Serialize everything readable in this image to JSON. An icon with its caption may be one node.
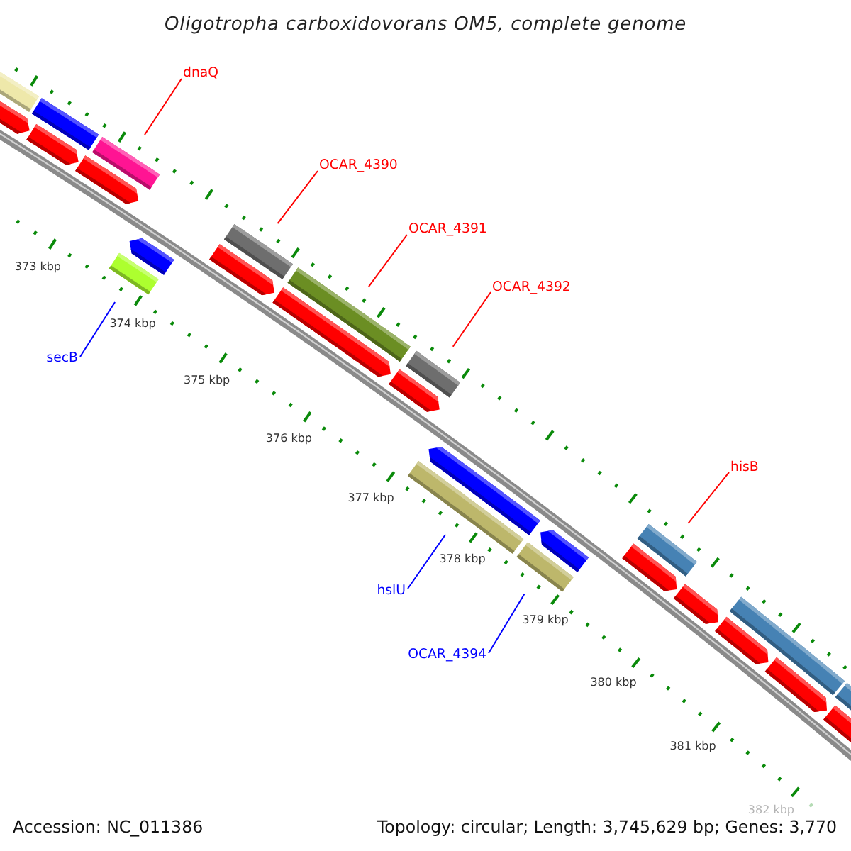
{
  "diagram": {
    "title": "Oligotropha carboxidovorans OM5, complete genome",
    "nodes": [
      {
        "text": [
          "dnaQ"
        ]
      },
      {
        "text": [
          "OCAR_4390"
        ]
      },
      {
        "text": [
          "OCAR_4391"
        ]
      },
      {
        "text": [
          "OCAR_4392"
        ]
      },
      {
        "text": [
          "secB"
        ]
      },
      {
        "text": [
          "hisB"
        ]
      },
      {
        "text": [
          "hslU"
        ]
      },
      {
        "text": [
          "OCAR_4394"
        ]
      },
      {
        "text": [],
        "shape": "bar"
      },
      {
        "text": [],
        "shape": "bar"
      },
      {
        "text": [],
        "shape": "bar"
      },
      {
        "text": [],
        "shape": "bar"
      },
      {
        "text": [],
        "shape": "bar"
      },
      {
        "text": [],
        "shape": "bar"
      },
      {
        "text": [],
        "shape": "bar"
      },
      {
        "text": [],
        "shape": "bar"
      }
    ],
    "edges": [
      {
        "from": 0,
        "to": 8,
        "arrow": "none"
      },
      {
        "from": 1,
        "to": 10,
        "arrow": "none"
      },
      {
        "from": 2,
        "to": 11,
        "arrow": "none"
      },
      {
        "from": 3,
        "to": 13,
        "arrow": "none"
      },
      {
        "from": 4,
        "to": 9,
        "arrow": "none",
        "color": "#0000ff"
      },
      {
        "from": 5,
        "to": 15,
        "arrow": "none"
      },
      {
        "from": 6,
        "to": 12,
        "arrow": "none",
        "color": "#0000ff"
      },
      {
        "from": 7,
        "to": 14,
        "arrow": "none",
        "color": "#0000ff"
      }
    ],
    "labels": [
      "373 kbp",
      "374 kbp",
      "375 kbp",
      "376 kbp",
      "377 kbp",
      "378 kbp",
      "379 kbp",
      "380 kbp",
      "381 kbp",
      "382 kbp",
      "Accession: NC_011386",
      "Topology: circular; Length: 3,745,629 bp; Genes: 3,770"
    ]
  }
}
